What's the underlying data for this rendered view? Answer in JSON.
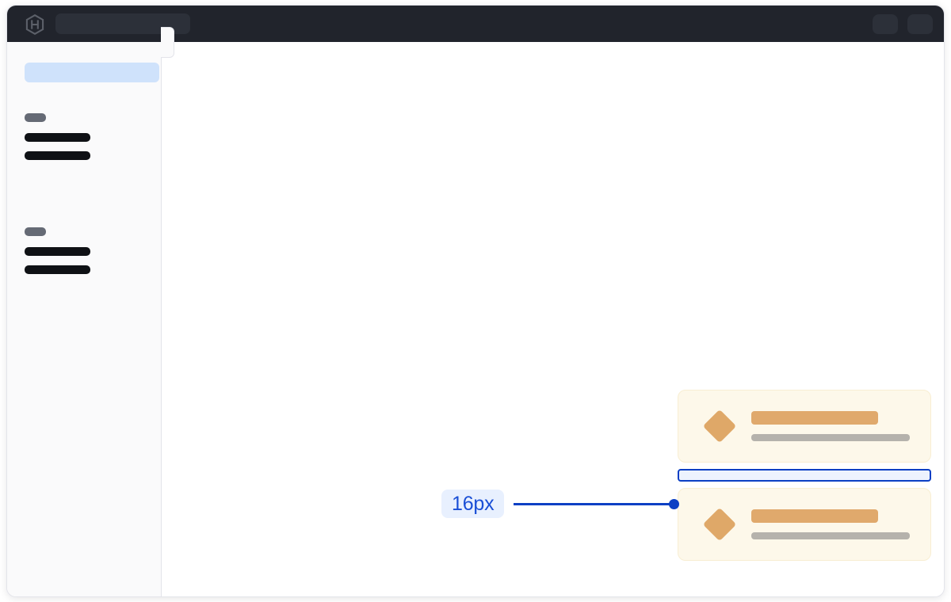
{
  "app": {
    "window_title": "",
    "background_color": "#ffffff"
  },
  "topbar": {
    "background_color": "#21242c",
    "logo_icon": "hexagon-h-logo-icon",
    "search": {
      "placeholder": "",
      "value": "",
      "state": "skeleton"
    },
    "actions": [
      {
        "icon": "placeholder-chip-icon",
        "label": ""
      },
      {
        "icon": "placeholder-chip-icon",
        "label": ""
      }
    ]
  },
  "sidebar": {
    "background_color": "#fafafb",
    "active_item": {
      "label": "",
      "highlight_color": "#cfe2fb"
    },
    "collapse_handle": {
      "icon": "sidebar-collapse-handle-icon",
      "label": ""
    },
    "groups": [
      {
        "label": "",
        "items": [
          {
            "label": ""
          },
          {
            "label": ""
          }
        ]
      },
      {
        "label": "",
        "items": [
          {
            "label": ""
          },
          {
            "label": ""
          }
        ]
      }
    ]
  },
  "main": {
    "background_color": "#ffffff",
    "cards": [
      {
        "icon": "diamond-icon",
        "title": "",
        "subtitle": "",
        "background_color": "#fdf8ea",
        "border_color": "#f8eed2",
        "accent_color": "#e0a96c"
      },
      {
        "icon": "diamond-icon",
        "title": "",
        "subtitle": "",
        "background_color": "#fdf8ea",
        "border_color": "#f8eed2",
        "accent_color": "#e0a96c"
      }
    ]
  },
  "measurement": {
    "value_label": "16px",
    "property": "gap",
    "accent_color": "#0b3fc4",
    "pill_background": "#e8f0fe",
    "pill_text_color": "#1a4fd6",
    "highlight_fill": "#edf3fe"
  }
}
